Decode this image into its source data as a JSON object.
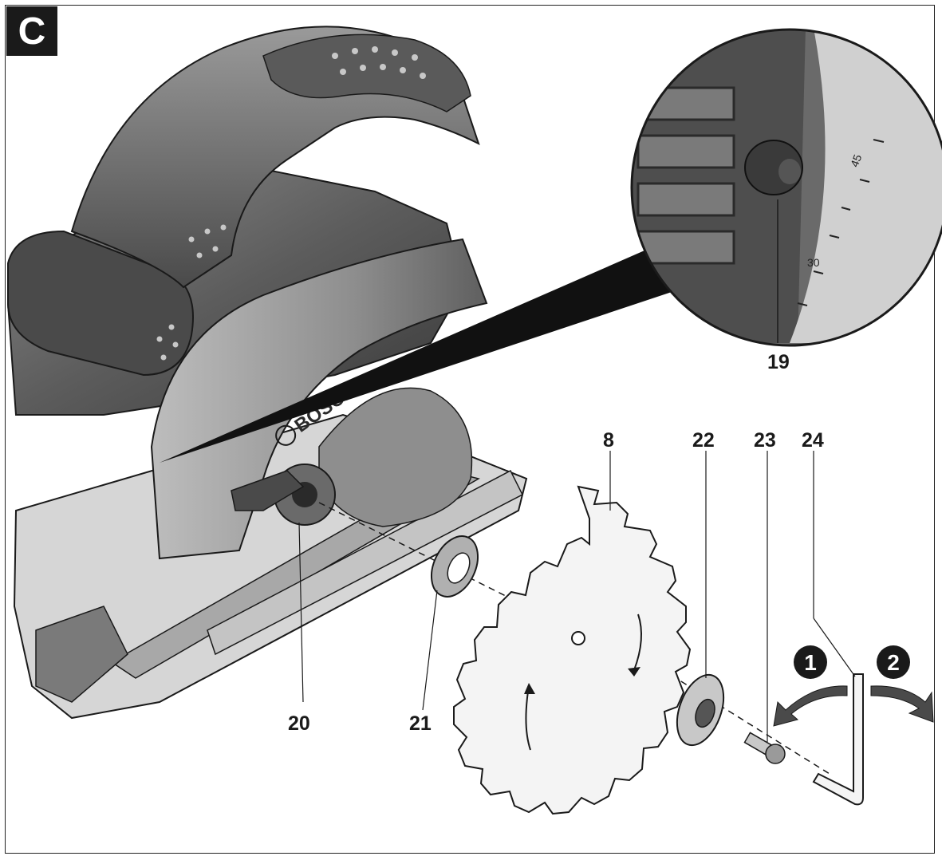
{
  "figure": {
    "label": "C"
  },
  "callouts": {
    "c19": "19",
    "c20": "20",
    "c21": "21",
    "c8": "8",
    "c22": "22",
    "c23": "23",
    "c24": "24"
  },
  "steps": {
    "step1": "1",
    "step2": "2"
  },
  "zoom_scale": {
    "mark_45": "45",
    "mark_30": "30"
  },
  "brand": {
    "logo_text": "BOSCH"
  },
  "colors": {
    "body_dark": "#3c3c3c",
    "body_mid": "#6e6e6e",
    "body_light": "#b8b8b8",
    "outline": "#1a1a1a",
    "blade": "#f4f4f4"
  }
}
